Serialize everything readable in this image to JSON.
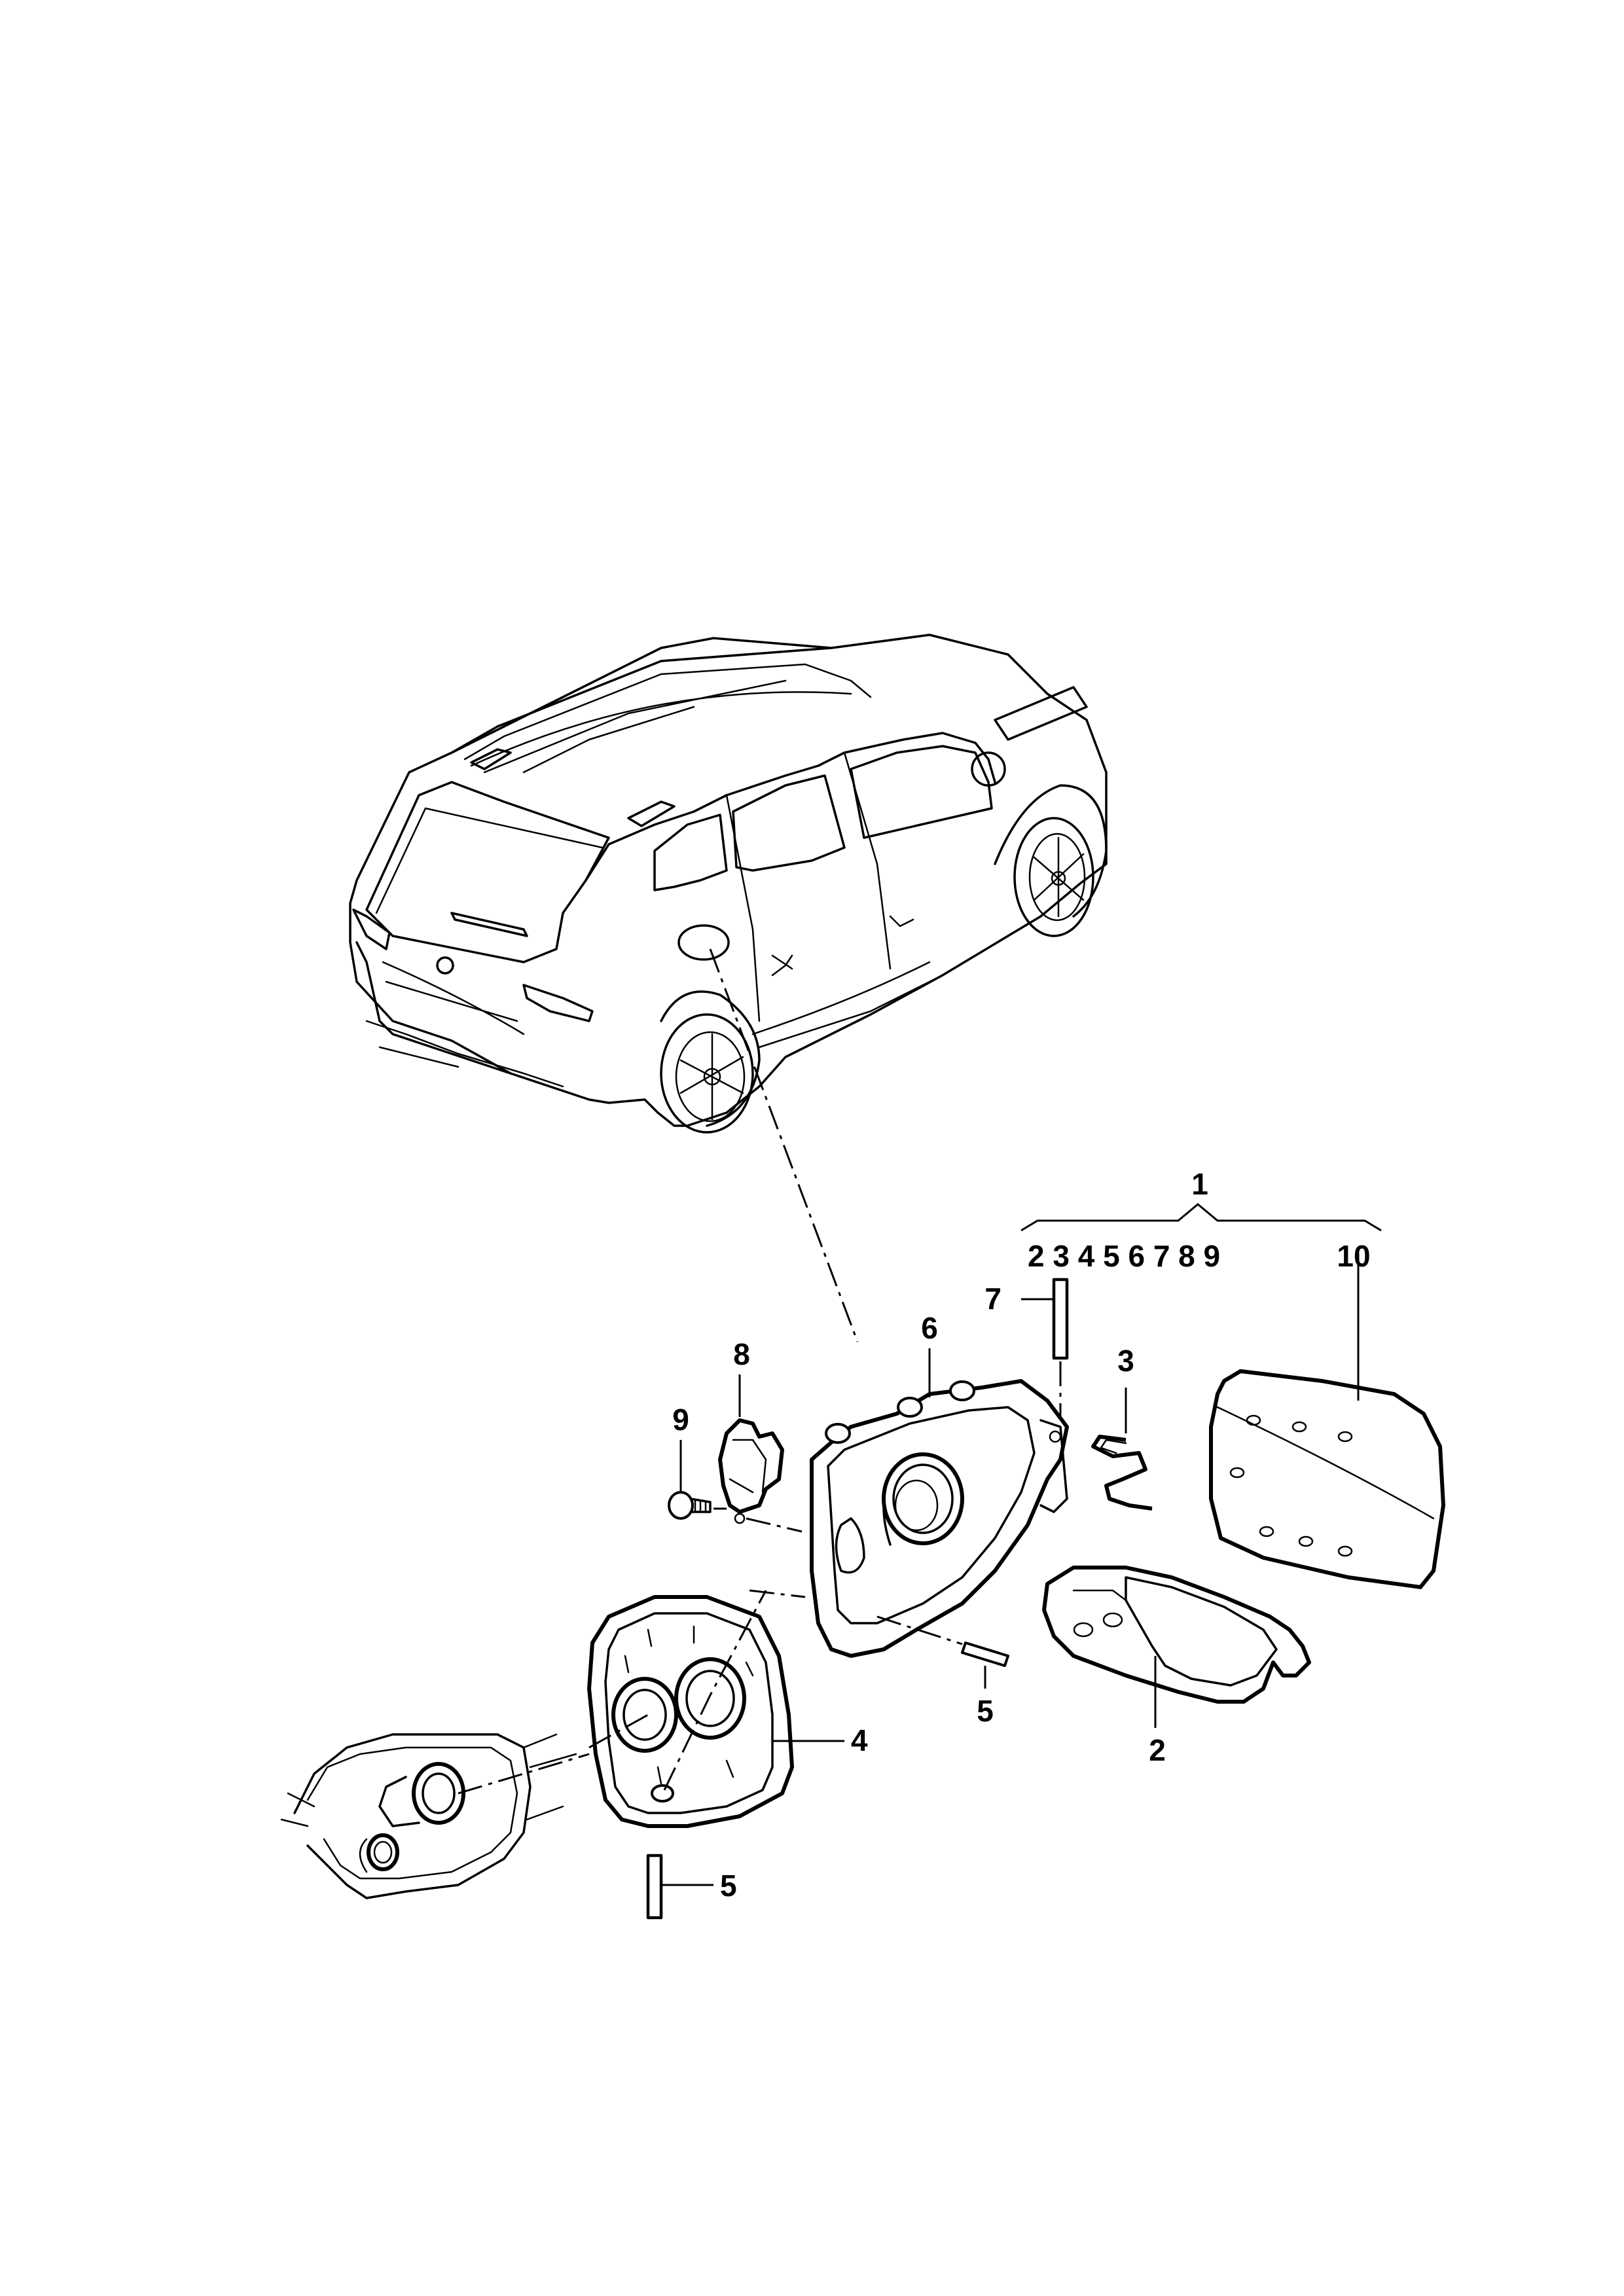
{
  "labels": {
    "group_total": "1",
    "group_items": "2 3 4 5 6 7 8 9",
    "lid": "10",
    "housing": "6",
    "seal": "7",
    "spring": "3",
    "actuator": "8",
    "screw": "9",
    "gasket": "2",
    "pin_upper": "5",
    "cover": "4",
    "pin_lower": "5"
  }
}
